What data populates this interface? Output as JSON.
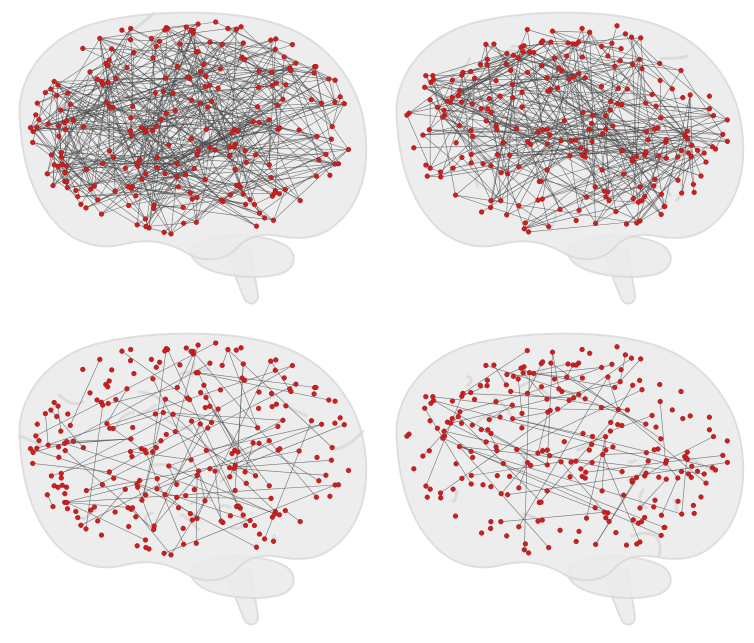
{
  "figure": {
    "background": "#ffffff",
    "brain_fill": "#ebebeb",
    "brain_outline": "#d9d9d9",
    "node_color": "#cc1f1f",
    "edge_color": "#4a4a4a",
    "view": "sagittal-left-lateral",
    "panels": [
      {
        "id": "top-left",
        "edge_density": 0.18,
        "node_count": 240
      },
      {
        "id": "top-right",
        "edge_density": 0.14,
        "node_count": 240
      },
      {
        "id": "bottom-left",
        "edge_density": 0.03,
        "node_count": 240
      },
      {
        "id": "bottom-right",
        "edge_density": 0.025,
        "node_count": 240
      }
    ]
  }
}
